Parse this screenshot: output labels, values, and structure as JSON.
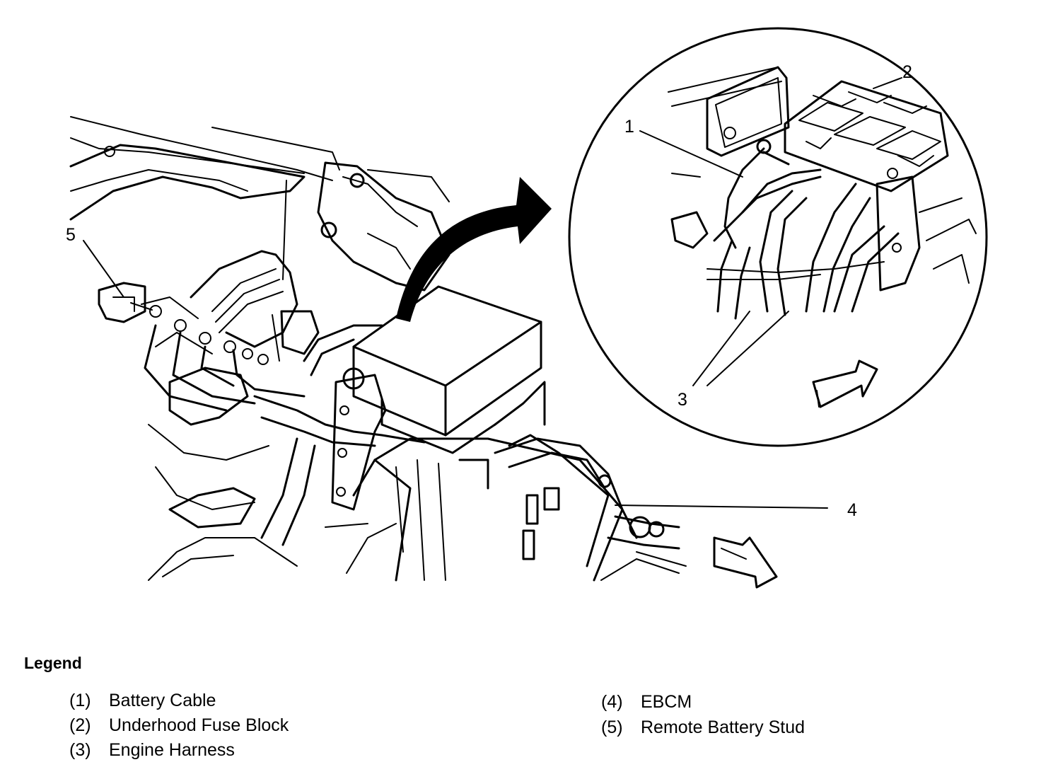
{
  "diagram": {
    "callouts": {
      "c1": "1",
      "c2": "2",
      "c3": "3",
      "c4": "4",
      "c5": "5"
    }
  },
  "legend": {
    "title": "Legend",
    "items": [
      {
        "num": "(1)",
        "label": "Battery Cable"
      },
      {
        "num": "(2)",
        "label": "Underhood Fuse Block"
      },
      {
        "num": "(3)",
        "label": "Engine Harness"
      },
      {
        "num": "(4)",
        "label": "EBCM"
      },
      {
        "num": "(5)",
        "label": "Remote Battery Stud"
      }
    ]
  }
}
